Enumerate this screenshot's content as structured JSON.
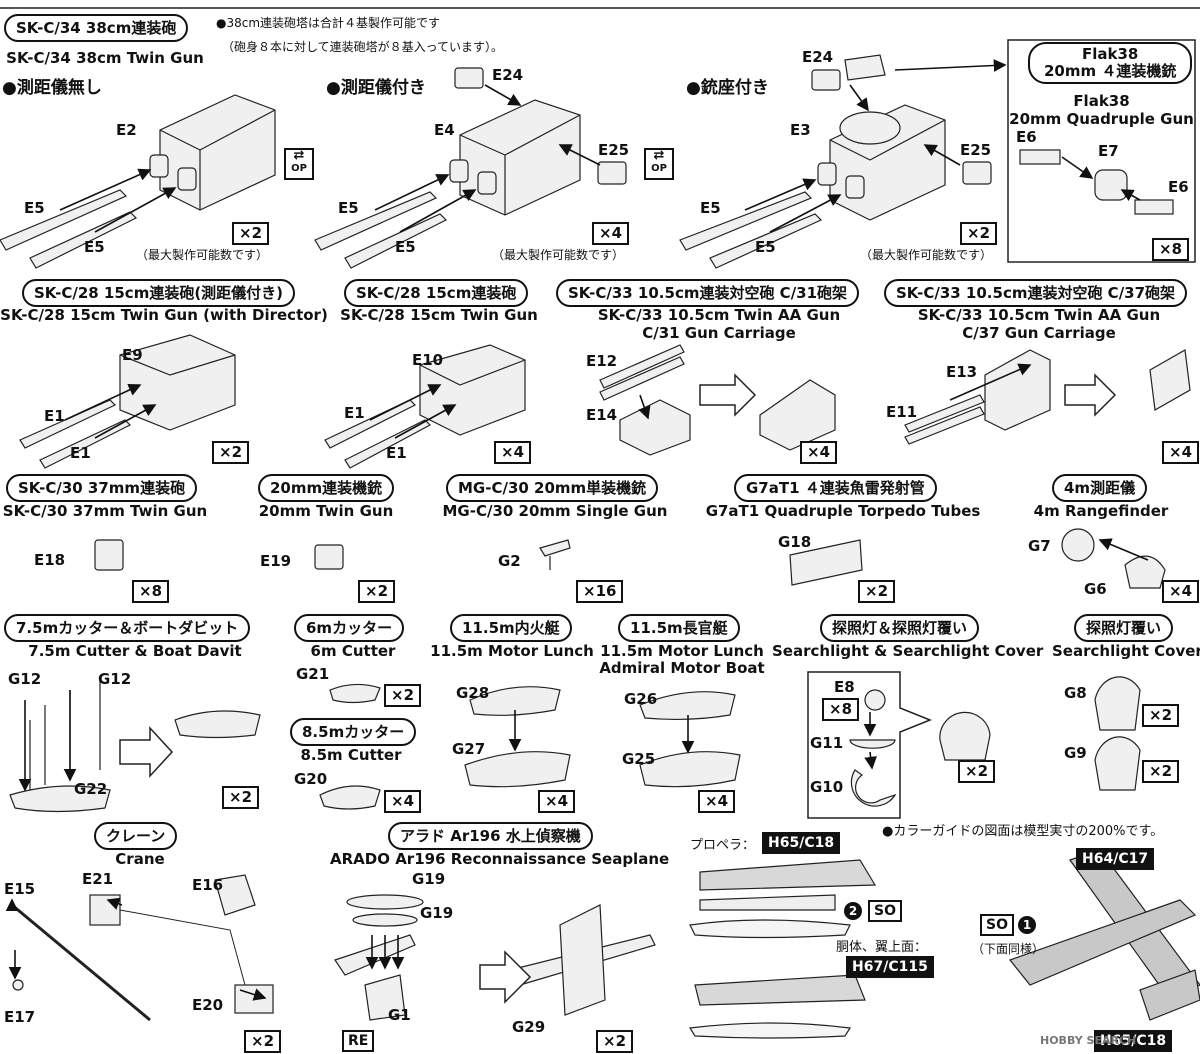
{
  "sk34": {
    "pill": "SK-C/34 38cm連装砲",
    "en": "SK-C/34 38cm Twin Gun",
    "note1": "●38cm連装砲塔は合計４基製作可能です",
    "note2": "（砲身８本に対して連装砲塔が８基入っています）。",
    "v1_head": "●測距儀無し",
    "v2_head": "●測距儀付き",
    "v3_head": "●銃座付き",
    "max_note": "（最大製作可能数です）",
    "v1_qty": "×2",
    "v2_qty": "×4",
    "v3_qty": "×2",
    "op_label": "OP",
    "parts": {
      "e2": "E2",
      "e4": "E4",
      "e3": "E3",
      "e5": "E5",
      "e24": "E24",
      "e25": "E25"
    }
  },
  "flak38": {
    "title_line1": "Flak38",
    "title_line2": "20mm ４連装機銃",
    "en_line1": "Flak38",
    "en_line2": "20mm Quadruple Gun",
    "e6": "E6",
    "e7": "E7",
    "qty": "×8"
  },
  "sk28a": {
    "pill": "SK-C/28 15cm連装砲(測距儀付き)",
    "en": "SK-C/28 15cm Twin Gun (with Director)",
    "e9": "E9",
    "e1": "E1",
    "qty": "×2"
  },
  "sk28b": {
    "pill": "SK-C/28 15cm連装砲",
    "en": "SK-C/28 15cm Twin Gun",
    "e10": "E10",
    "e1": "E1",
    "qty": "×4"
  },
  "sk33a": {
    "pill": "SK-C/33 10.5cm連装対空砲 C/31砲架",
    "en1": "SK-C/33 10.5cm Twin AA Gun",
    "en2": "C/31 Gun Carriage",
    "e12": "E12",
    "e14": "E14",
    "qty": "×4"
  },
  "sk33b": {
    "pill": "SK-C/33 10.5cm連装対空砲 C/37砲架",
    "en1": "SK-C/33 10.5cm Twin AA Gun",
    "en2": "C/37 Gun Carriage",
    "e13": "E13",
    "e11": "E11",
    "qty": "×4"
  },
  "sk30": {
    "pill": "SK-C/30 37mm連装砲",
    "en": "SK-C/30 37mm Twin Gun",
    "part": "E18",
    "qty": "×8"
  },
  "twin20": {
    "pill": "20mm連装機銃",
    "en": "20mm Twin Gun",
    "part": "E19",
    "qty": "×2"
  },
  "mg30": {
    "pill": "MG-C/30 20mm単装機銃",
    "en": "MG-C/30 20mm Single Gun",
    "part": "G2",
    "qty": "×16"
  },
  "g7": {
    "pill": "G7aT1 ４連装魚雷発射管",
    "en": "G7aT1 Quadruple Torpedo Tubes",
    "part": "G18",
    "qty": "×2"
  },
  "rf4": {
    "pill": "4m測距儀",
    "en": "4m Rangefinder",
    "g7": "G7",
    "g6": "G6",
    "qty": "×4"
  },
  "cutter75": {
    "pill": "7.5mカッター＆ボートダビット",
    "en": "7.5m Cutter & Boat Davit",
    "g12": "G12",
    "g22": "G22",
    "qty": "×2"
  },
  "cutter6": {
    "pill": "6mカッター",
    "en": "6m Cutter",
    "part": "G21",
    "qty": "×2"
  },
  "cutter85": {
    "pill": "8.5mカッター",
    "en": "8.5m Cutter",
    "part": "G20",
    "qty": "×4"
  },
  "lunch": {
    "pill": "11.5m内火艇",
    "en": "11.5m Motor Lunch",
    "g28": "G28",
    "g27": "G27",
    "qty": "×4"
  },
  "admiral": {
    "pill": "11.5m長官艇",
    "en1": "11.5m Motor Lunch",
    "en2": "Admiral Motor Boat",
    "g26": "G26",
    "g25": "G25",
    "qty": "×4"
  },
  "search": {
    "pill": "探照灯＆探照灯覆い",
    "en": "Searchlight & Searchlight Cover",
    "e8": "E8",
    "e8_qty": "×8",
    "g11": "G11",
    "g10": "G10",
    "qty": "×2"
  },
  "cover": {
    "pill": "探照灯覆い",
    "en": "Searchlight Cover",
    "g8": "G8",
    "g9": "G9",
    "qty1": "×2",
    "qty2": "×2"
  },
  "crane": {
    "pill": "クレーン",
    "en": "Crane",
    "e15": "E15",
    "e21": "E21",
    "e16": "E16",
    "e17": "E17",
    "e20": "E20",
    "qty": "×2"
  },
  "arado": {
    "pill": "アラド Ar196 水上偵察機",
    "en": "ARADO Ar196 Reconnaissance Seaplane",
    "g19": "G19",
    "g1": "G1",
    "g29": "G29",
    "re": "RE",
    "qty": "×2"
  },
  "color_guide": {
    "propeller_label": "プロペラ：",
    "propeller_code": "H65/C18",
    "fuselage_label": "胴体、翼上面：",
    "fuselage_code": "H67/C115",
    "bottom_label": "（下面同様）",
    "so_label": "SO",
    "num1": "1",
    "num2": "2",
    "note": "●カラーガイドの図面は模型実寸の200%です。",
    "code_top": "H64/C17",
    "code_bottom": "H65/C18",
    "watermark": "HOBBY SEARCH"
  }
}
